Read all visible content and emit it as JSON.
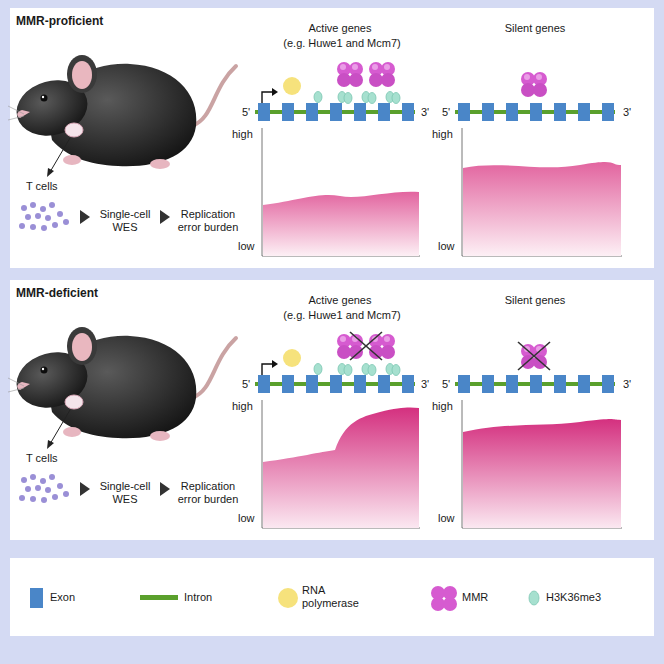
{
  "diagram": {
    "labels": [
      "MMR-proficient",
      "T cells",
      "Single-cell WES",
      "Replication error burden",
      "Active genes",
      "(e.g. Huwe1 and Mcm7)",
      "Silent genes",
      "5'",
      "3'",
      "high",
      "low",
      "5'",
      "3'",
      "high",
      "low",
      "MMR-deficient",
      "T cells",
      "Single-cell WES",
      "Replication error burden",
      "Active genes",
      "(e.g. Huwe1 and Mcm7)",
      "Silent genes",
      "5'",
      "3'",
      "high",
      "low",
      "5'",
      "3'",
      "high",
      "low"
    ],
    "legend": [
      {
        "text": "Exon",
        "color": "#4a86c8"
      },
      {
        "text": "Intron",
        "color": "#5aa02c"
      },
      {
        "text": "RNA polymerase",
        "color": "#f6e27c"
      },
      {
        "text": "MMR",
        "color": "#d65bd0"
      },
      {
        "text": "H3K36me3",
        "color": "#a6e0cf"
      }
    ]
  }
}
